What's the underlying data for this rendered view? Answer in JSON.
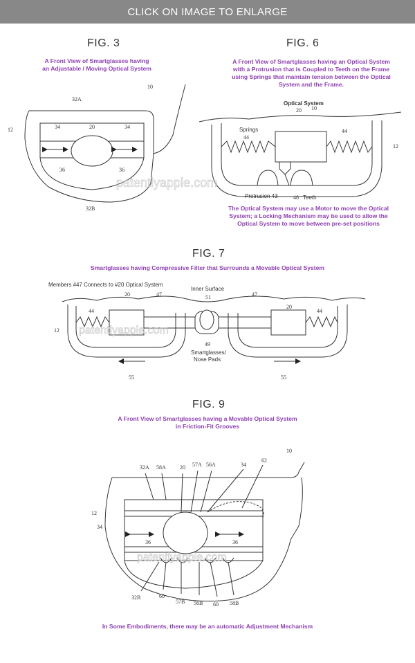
{
  "banner": {
    "label": "CLICK ON IMAGE TO ENLARGE"
  },
  "watermark": "patentlyapple.com",
  "fig3": {
    "title": "FIG. 3",
    "caption": [
      "A Front View of Smartglasses having",
      "an Adjustable / Moving Optical System"
    ],
    "labels": {
      "ref10": "10",
      "ref12": "12",
      "ref32A": "32A",
      "ref32B": "32B",
      "ref34a": "34",
      "ref34b": "34",
      "ref20": "20",
      "ref36a": "36",
      "ref36b": "36"
    }
  },
  "fig6": {
    "title": "FIG. 6",
    "caption": [
      "A Front View of Smartglasses having an Optical System",
      "with a Protrusion that is Coupled to Teeth on the Frame",
      "using Springs that maintain tension between the Optical",
      "System and the Frame."
    ],
    "labels": {
      "ref10": "10",
      "optical": "Optical System",
      "ref20": "20",
      "springs": "Springs",
      "ref44a": "44",
      "ref44b": "44",
      "ref12": "12",
      "protrusion": "Protrusion 43",
      "ref48": "48",
      "teeth": "Teeth"
    },
    "caption2": [
      "The Optical System may use a Motor to move the Optical",
      "System; a Locking Mechanism may be used to allow the",
      "Optical System to move between pre-set positions"
    ]
  },
  "fig7": {
    "title": "FIG. 7",
    "caption": [
      "Smartglasses having Compressive Filter that Surrounds a Movable Optical System"
    ],
    "labels": {
      "members": "Members #47 Connects to #20 Optical System",
      "inner": "Inner Surface",
      "ref51": "51",
      "ref20a": "20",
      "ref20b": "20",
      "ref47a": "47",
      "ref47b": "47",
      "ref44a": "44",
      "ref44b": "44",
      "ref12": "12",
      "ref49": "49",
      "nose1": "Smartglasses/",
      "nose2": "Nose Pads",
      "ref55a": "55",
      "ref55b": "55"
    }
  },
  "fig9": {
    "title": "FIG. 9",
    "caption": [
      "A Front View of Smartglasses having a Movable Optical System",
      "in Friction-Fit Grooves"
    ],
    "labels": {
      "ref10": "10",
      "ref32A": "32A",
      "ref58A": "58A",
      "ref20": "20",
      "ref57A": "57A",
      "ref56A": "56A",
      "ref34top": "34",
      "ref62": "62",
      "ref12": "12",
      "ref34": "34",
      "ref36a": "36",
      "ref36b": "36",
      "ref32B": "32B",
      "ref60a": "60",
      "ref57B": "57B",
      "ref56B": "56B",
      "ref60b": "60",
      "ref58B": "58B"
    },
    "caption2": [
      "In Some Embodiments, there may be an automatic Adjustment Mechanism"
    ]
  }
}
